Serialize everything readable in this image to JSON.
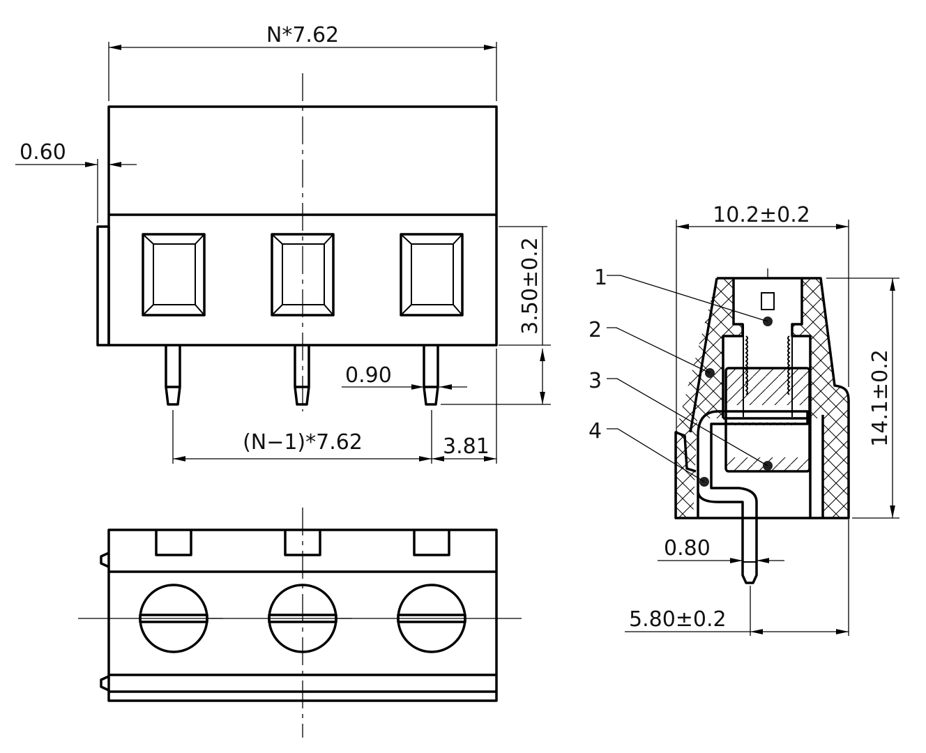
{
  "title": "Terminal block drawing, 7.62 mm pitch",
  "dimensions": {
    "overall_width": "N*7.62",
    "offset_left": "0.60",
    "pin_height": "3.50±0.2",
    "pin_width": "0.90",
    "pin_span": "(N−1)*7.62",
    "edge_to_pin": "3.81",
    "side_depth": "10.2±0.2",
    "side_height": "14.1±0.2",
    "side_pin_width": "0.80",
    "side_pin_offset": "5.80±0.2"
  },
  "callouts": [
    "1",
    "2",
    "3",
    "4"
  ],
  "poles": 3
}
